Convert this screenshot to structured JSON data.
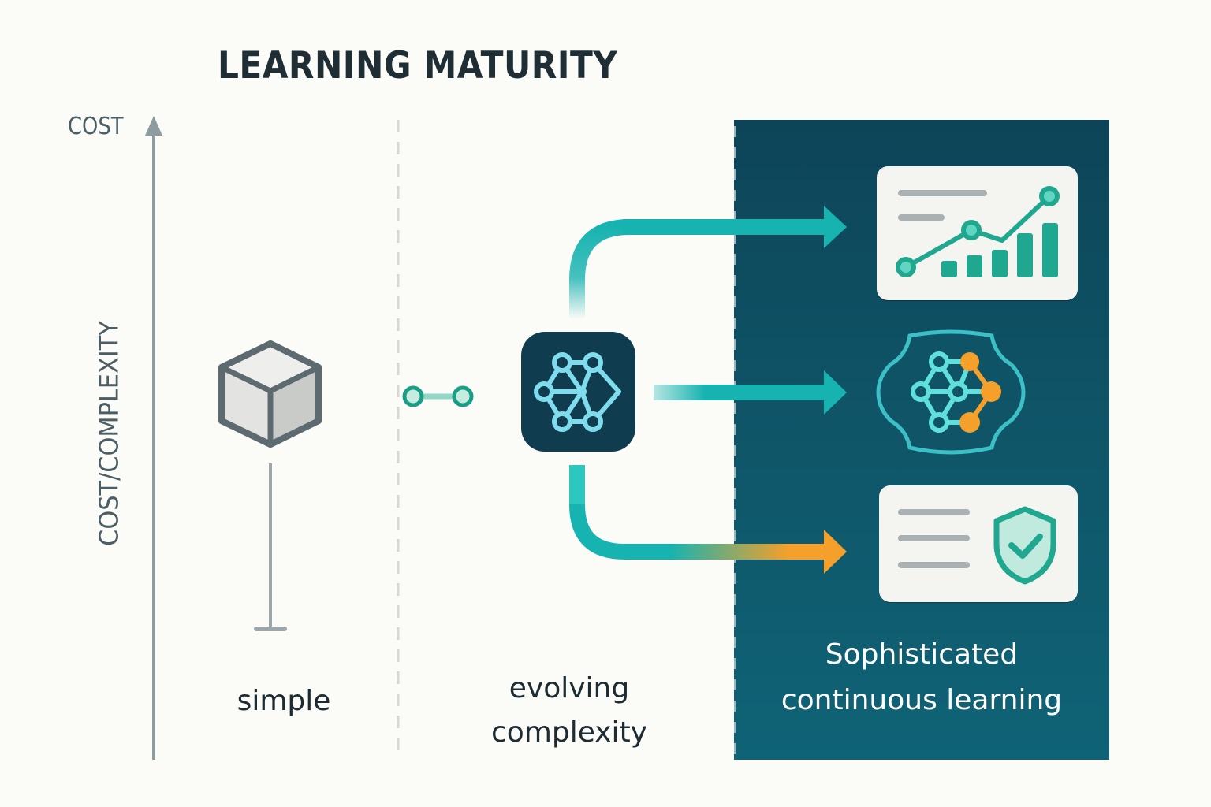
{
  "title": "LEARNING MATURITY",
  "axis": {
    "top_label": "COST",
    "vertical_label": "COST/COMPLEXITY",
    "direction": "up"
  },
  "stages": [
    {
      "id": "simple",
      "label": "simple",
      "icon": "cube-icon"
    },
    {
      "id": "evolving",
      "label_lines": [
        "evolving",
        "complexity"
      ],
      "icon": "neural-network-icon",
      "connector_icon": "link-connector-icon"
    },
    {
      "id": "sophisticated",
      "label_lines": [
        "Sophisticated",
        "continuous learning"
      ],
      "outputs": [
        {
          "icon": "analytics-chart-card-icon",
          "arrow_color": "#17b3b0"
        },
        {
          "icon": "adaptive-network-icon",
          "arrow_color": "#17b3b0"
        },
        {
          "icon": "verified-shield-card-icon",
          "arrow_color": "#f4a02a"
        }
      ]
    }
  ],
  "colors": {
    "background": "#fbfbf8",
    "title": "#1f2e35",
    "axis": "#8e9ca0",
    "panel_dark": "#0d4458",
    "panel_light": "#0f6376",
    "teal": "#17b3b0",
    "teal_dark": "#1a9e86",
    "cyan": "#7fdcec",
    "orange": "#f4a02a"
  }
}
